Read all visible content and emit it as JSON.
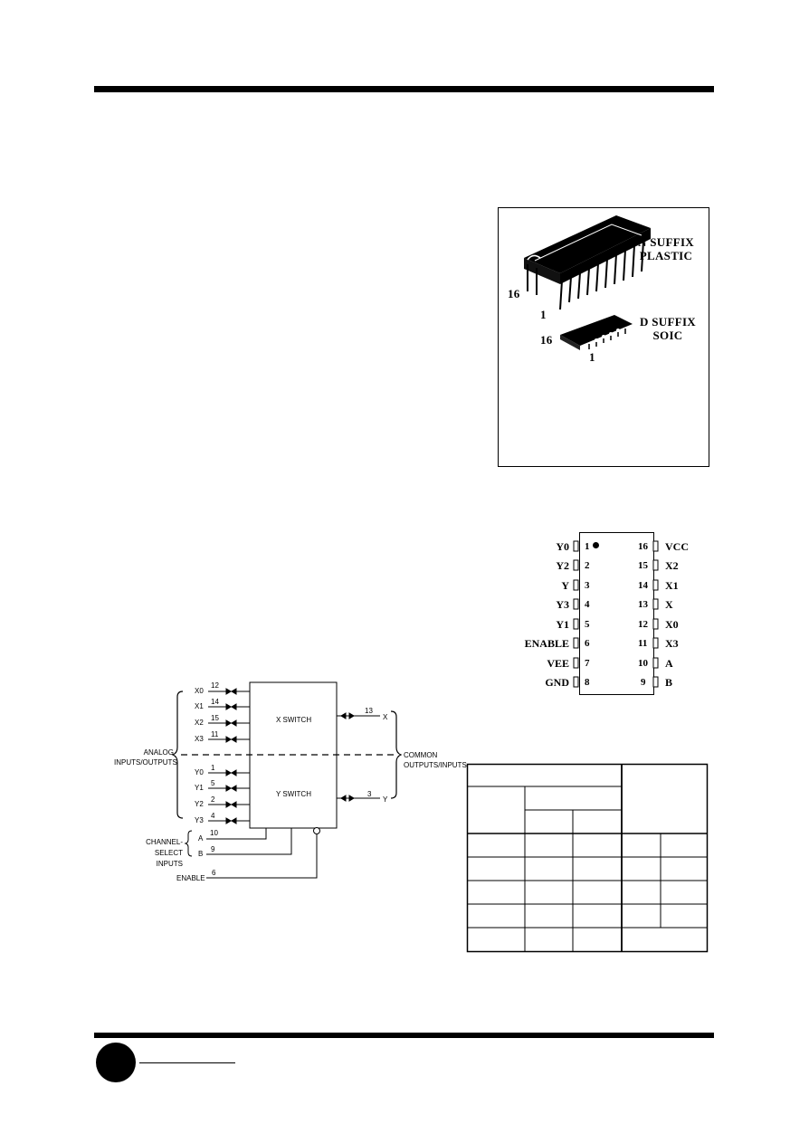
{
  "package_box": {
    "n_suffix_line1": "N SUFFIX",
    "n_suffix_line2": "PLASTIC",
    "n_pin16": "16",
    "n_pin1": "1",
    "d_suffix_line1": "D SUFFIX",
    "d_suffix_line2": "SOIC",
    "d_pin16": "16",
    "d_pin1": "1"
  },
  "pinout": {
    "left": [
      {
        "label": "Y0",
        "num": "1"
      },
      {
        "label": "Y2",
        "num": "2"
      },
      {
        "label": "Y",
        "num": "3"
      },
      {
        "label": "Y3",
        "num": "4"
      },
      {
        "label": "Y1",
        "num": "5"
      },
      {
        "label": "ENABLE",
        "num": "6"
      },
      {
        "label": "VEE",
        "num": "7"
      },
      {
        "label": "GND",
        "num": "8"
      }
    ],
    "right": [
      {
        "label": "VCC",
        "num": "16"
      },
      {
        "label": "X2",
        "num": "15"
      },
      {
        "label": "X1",
        "num": "14"
      },
      {
        "label": "X",
        "num": "13"
      },
      {
        "label": "X0",
        "num": "12"
      },
      {
        "label": "X3",
        "num": "11"
      },
      {
        "label": "A",
        "num": "10"
      },
      {
        "label": "B",
        "num": "9"
      }
    ]
  },
  "block_diagram": {
    "x_switch": "X SWITCH",
    "y_switch": "Y SWITCH",
    "analog_l1": "ANALOG",
    "analog_l2": "INPUTS/OUTPUTS",
    "common_l1": "COMMON",
    "common_l2": "OUTPUTS/INPUTS",
    "chsel_l1": "CHANNEL-SELECT",
    "chsel_l2": "INPUTS",
    "enable": "ENABLE",
    "x_inputs": [
      {
        "label": "X0",
        "pin": "12"
      },
      {
        "label": "X1",
        "pin": "14"
      },
      {
        "label": "X2",
        "pin": "15"
      },
      {
        "label": "X3",
        "pin": "11"
      }
    ],
    "y_inputs": [
      {
        "label": "Y0",
        "pin": "1"
      },
      {
        "label": "Y1",
        "pin": "5"
      },
      {
        "label": "Y2",
        "pin": "2"
      },
      {
        "label": "Y3",
        "pin": "4"
      }
    ],
    "sel_a": {
      "label": "A",
      "pin": "10"
    },
    "sel_b": {
      "label": "B",
      "pin": "9"
    },
    "enable_pin": "6",
    "x_out": {
      "label": "X",
      "pin": "13"
    },
    "y_out": {
      "label": "Y",
      "pin": "3"
    }
  }
}
